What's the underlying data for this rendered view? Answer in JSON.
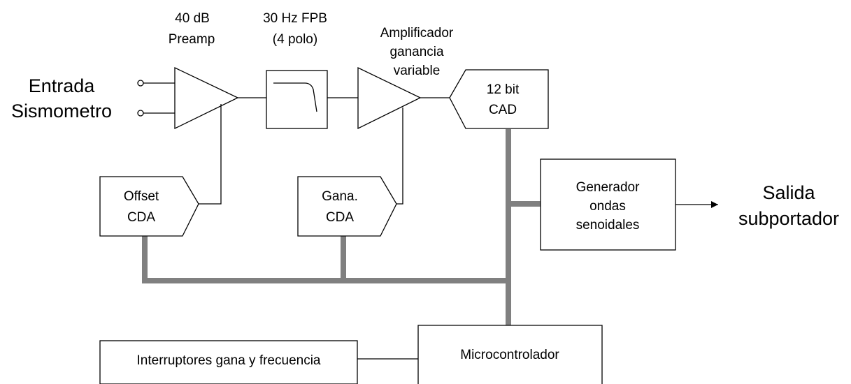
{
  "labels": {
    "preamp_gain": "40 dB",
    "preamp_name": "Preamp",
    "filter_line1": "30 Hz FPB",
    "filter_line2": "(4 polo)",
    "amp_line1": "Amplificador",
    "amp_line2": "ganancia",
    "amp_line3": "variable",
    "input_line1": "Entrada",
    "input_line2": "Sismometro",
    "adc_line1": "12 bit",
    "adc_line2": "CAD",
    "offset_line1": "Offset",
    "offset_line2": "CDA",
    "gain_dac_line1": "Gana.",
    "gain_dac_line2": "CDA",
    "sine_line1": "Generador",
    "sine_line2": "ondas",
    "sine_line3": "senoidales",
    "output_line1": "Salida",
    "output_line2": "subportador",
    "switches": "Interruptores gana y frecuencia",
    "micro": "Microcontrolador"
  },
  "colors": {
    "line": "#000000",
    "bus": "#808080",
    "background": "#ffffff"
  }
}
